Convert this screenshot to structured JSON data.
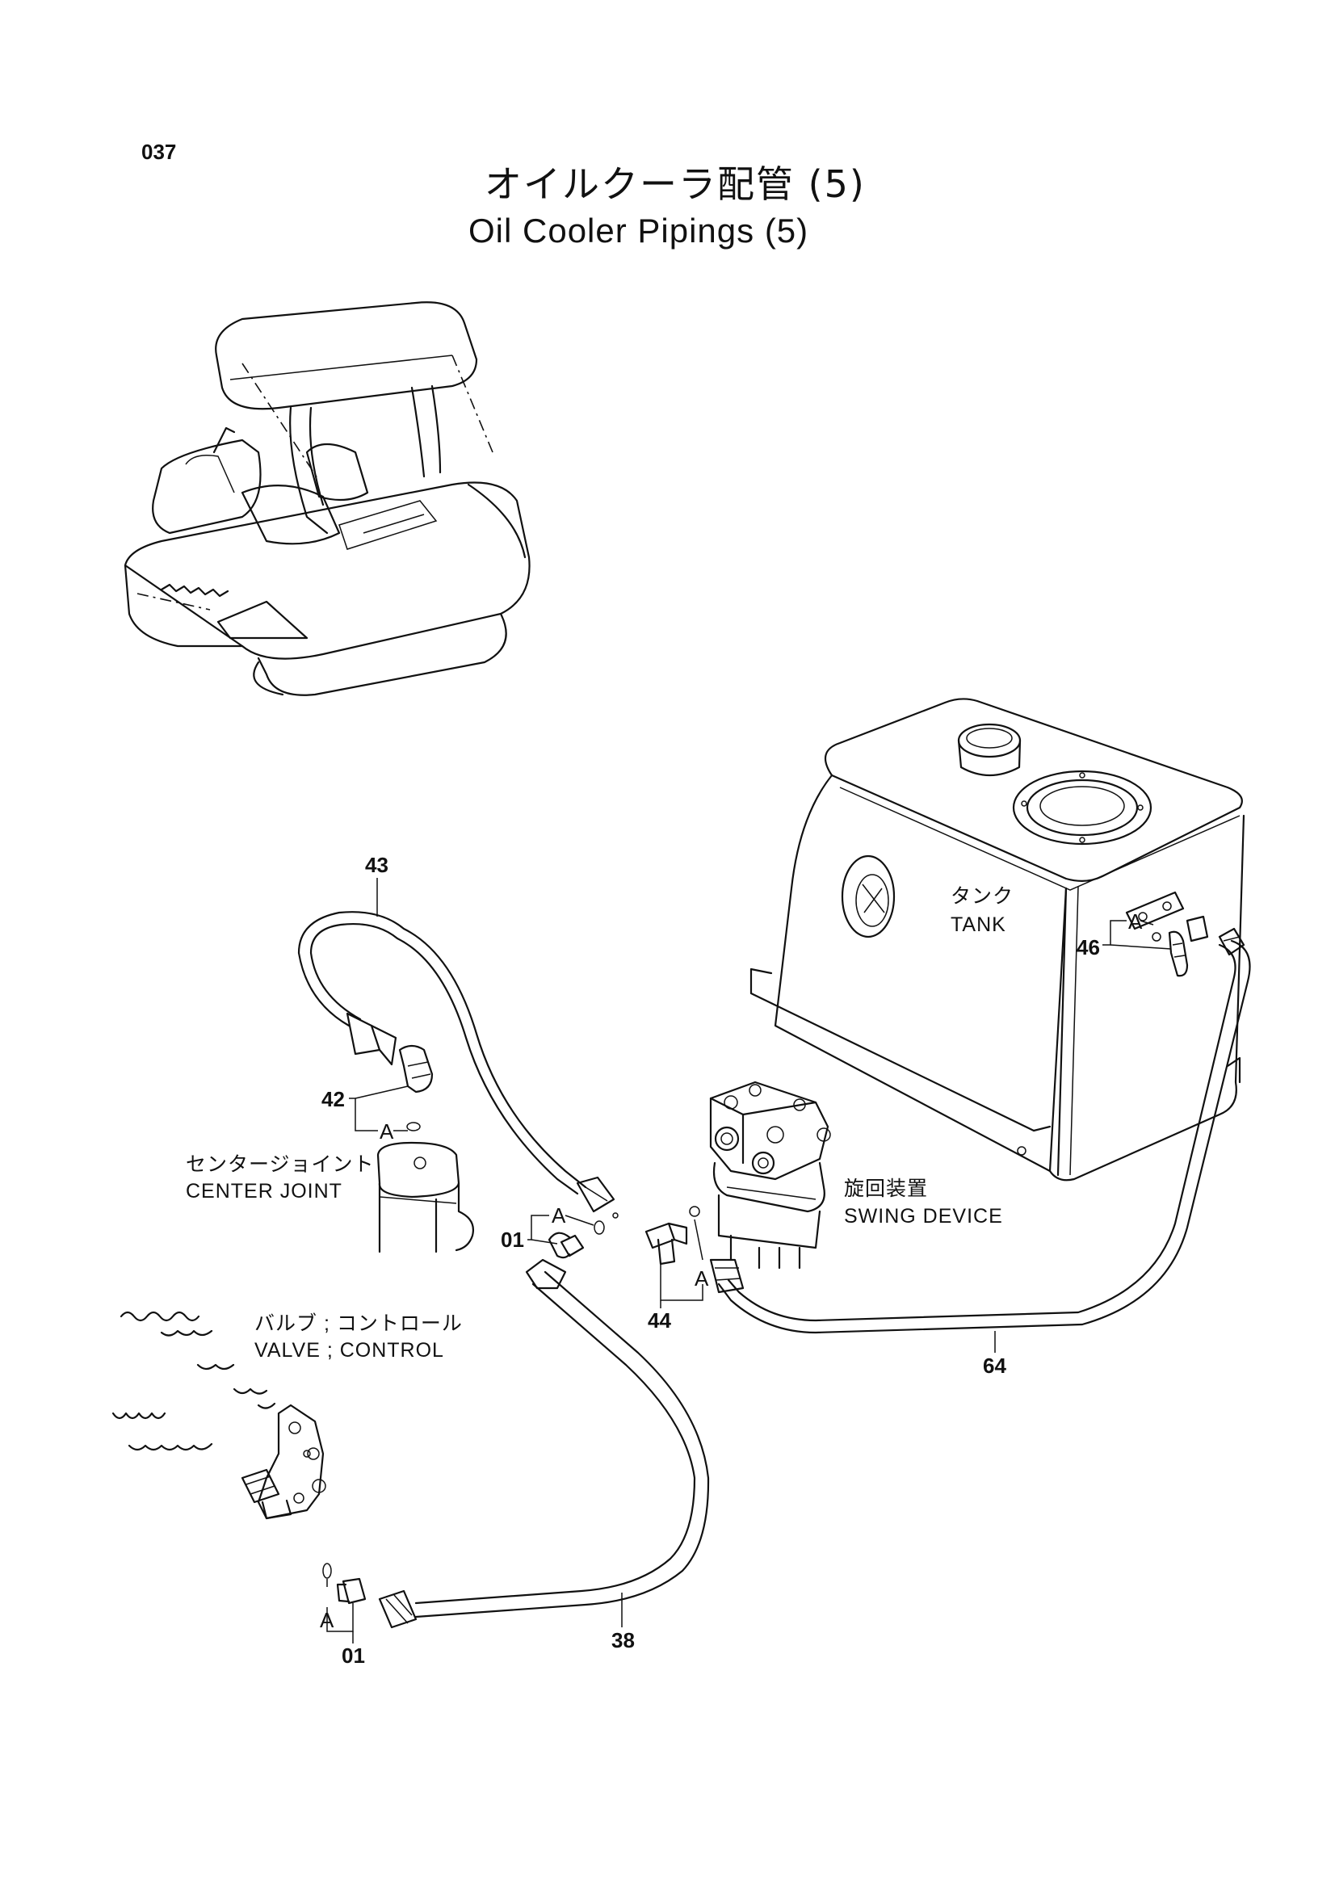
{
  "page_number": "037",
  "title": {
    "jp": "オイルクーラ配管 (5)",
    "en": "Oil Cooler Pipings (5)"
  },
  "components": {
    "tank": {
      "jp": "タンク",
      "en": "TANK"
    },
    "center_joint": {
      "jp": "センタージョイント",
      "en": "CENTER   JOINT"
    },
    "swing_device": {
      "jp": "旋回装置",
      "en": "SWING   DEVICE"
    },
    "control_valve": {
      "jp": "バルブ ; コントロール",
      "en": "VALVE ; CONTROL"
    }
  },
  "callouts": {
    "p43": "43",
    "p42": "42",
    "p46": "46",
    "p01a": "01",
    "p01b": "01",
    "p44": "44",
    "p64": "64",
    "p38": "38"
  },
  "refs": {
    "a1": "A",
    "a2": "A",
    "a3": "A",
    "a4": "A",
    "a5": "A"
  },
  "icons": [
    "excavator-overview-icon",
    "hydraulic-tank-icon",
    "swing-motor-icon",
    "center-joint-icon",
    "control-valve-icon",
    "hose-icon"
  ]
}
